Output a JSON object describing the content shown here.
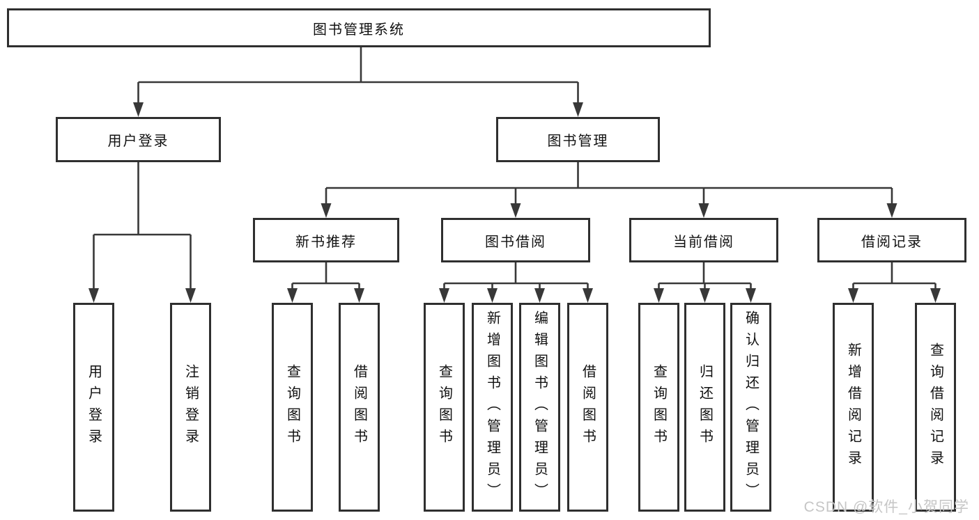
{
  "colors": {
    "line": "#383838",
    "box_border": "#2f2f2f",
    "box_bg": "#ffffff",
    "text": "#111111",
    "watermark": "#c6c6c6",
    "background": "#ffffff"
  },
  "watermark": {
    "text": "CSDN @软件_小贺同学"
  },
  "diagram": {
    "root": {
      "label": "图书管理系统"
    },
    "user_login": {
      "label": "用户登录",
      "leaves": [
        {
          "label": "用户登录"
        },
        {
          "label": "注销登录"
        }
      ]
    },
    "book_mgmt": {
      "label": "图书管理",
      "sections": [
        {
          "label": "新书推荐",
          "leaves": [
            {
              "label": "查询图书"
            },
            {
              "label": "借阅图书"
            }
          ]
        },
        {
          "label": "图书借阅",
          "leaves": [
            {
              "label": "查询图书"
            },
            {
              "label": "新增图书（管理员）"
            },
            {
              "label": "编辑图书（管理员）"
            },
            {
              "label": "借阅图书"
            }
          ]
        },
        {
          "label": "当前借阅",
          "leaves": [
            {
              "label": "查询图书"
            },
            {
              "label": "归还图书"
            },
            {
              "label": "确认归还（管理员）"
            }
          ]
        },
        {
          "label": "借阅记录",
          "leaves": [
            {
              "label": "新增借阅记录"
            },
            {
              "label": "查询借阅记录"
            }
          ]
        }
      ]
    }
  }
}
